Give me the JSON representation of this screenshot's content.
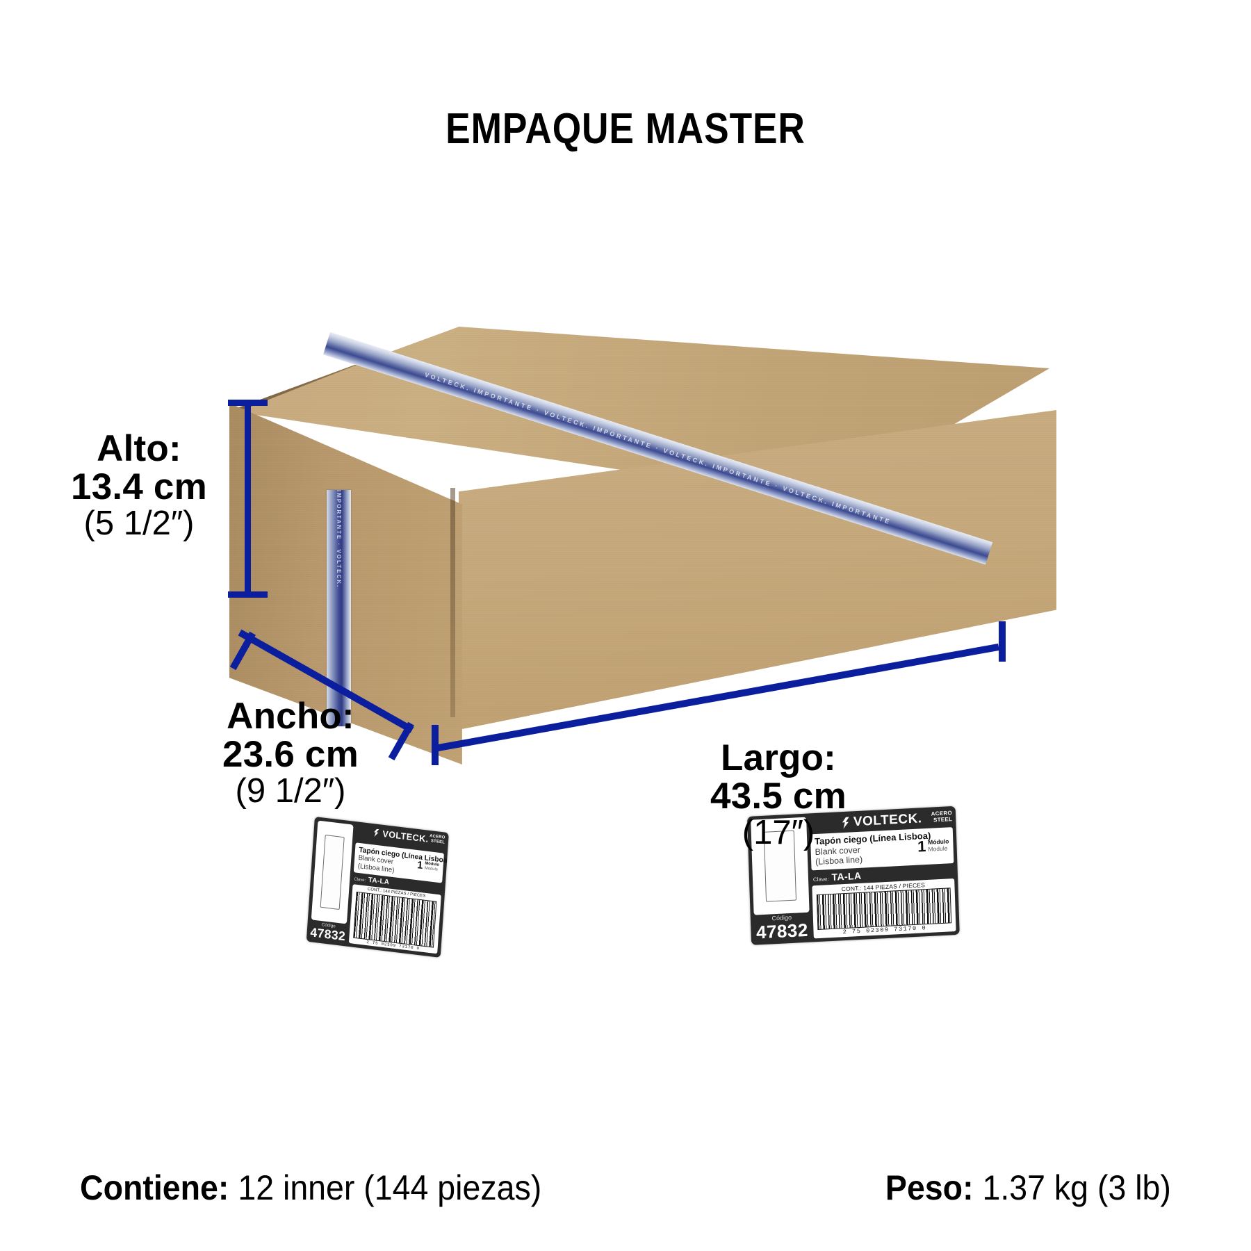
{
  "page": {
    "title": "EMPAQUE MASTER"
  },
  "dimensions": {
    "height": {
      "label": "Alto:",
      "value": "13.4 cm",
      "alt": "(5 1/2″)"
    },
    "width": {
      "label": "Ancho:",
      "value": "23.6 cm",
      "alt": "(9 1/2″)"
    },
    "length": {
      "label": "Largo:",
      "value": "43.5 cm",
      "alt": "(17″)"
    }
  },
  "footer": {
    "contains": {
      "label": "Contiene:",
      "value": "12 inner (144 piezas)"
    },
    "weight": {
      "label": "Peso:",
      "value": "1.37 kg (3 lb)"
    }
  },
  "product_label": {
    "brand": "VOLTECK.",
    "material_line1": "ACERO",
    "material_line2": "STEEL",
    "name_es": "Tapón ciego (Línea Lisboa)",
    "name_en_line1": "Blank cover",
    "name_en_line2": "(Lisboa line)",
    "modules_count": "1",
    "modules_es": "Módulo",
    "modules_en": "Module",
    "clave_caption": "Clave:",
    "clave_value": "TA-LA",
    "content_line": "CONT.: 144 PIEZAS / PIECES",
    "barcode_digits": "2  75  02309  73170  0",
    "code_caption": "Código",
    "code_value": "47832"
  },
  "tape": {
    "text": "VOLTECK.  IMPORTANTE  ·  VOLTECK.  IMPORTANTE  ·  VOLTECK.  IMPORTANTE  ·  VOLTECK.  IMPORTANTE",
    "text_front": "IMPORTANTE · VOLTECK."
  },
  "colors": {
    "dimension_line": "#0b1f9e",
    "cardboard": "#c6a97c",
    "label_background": "#2b2b2b",
    "tape_blue": "#3f4c93"
  }
}
